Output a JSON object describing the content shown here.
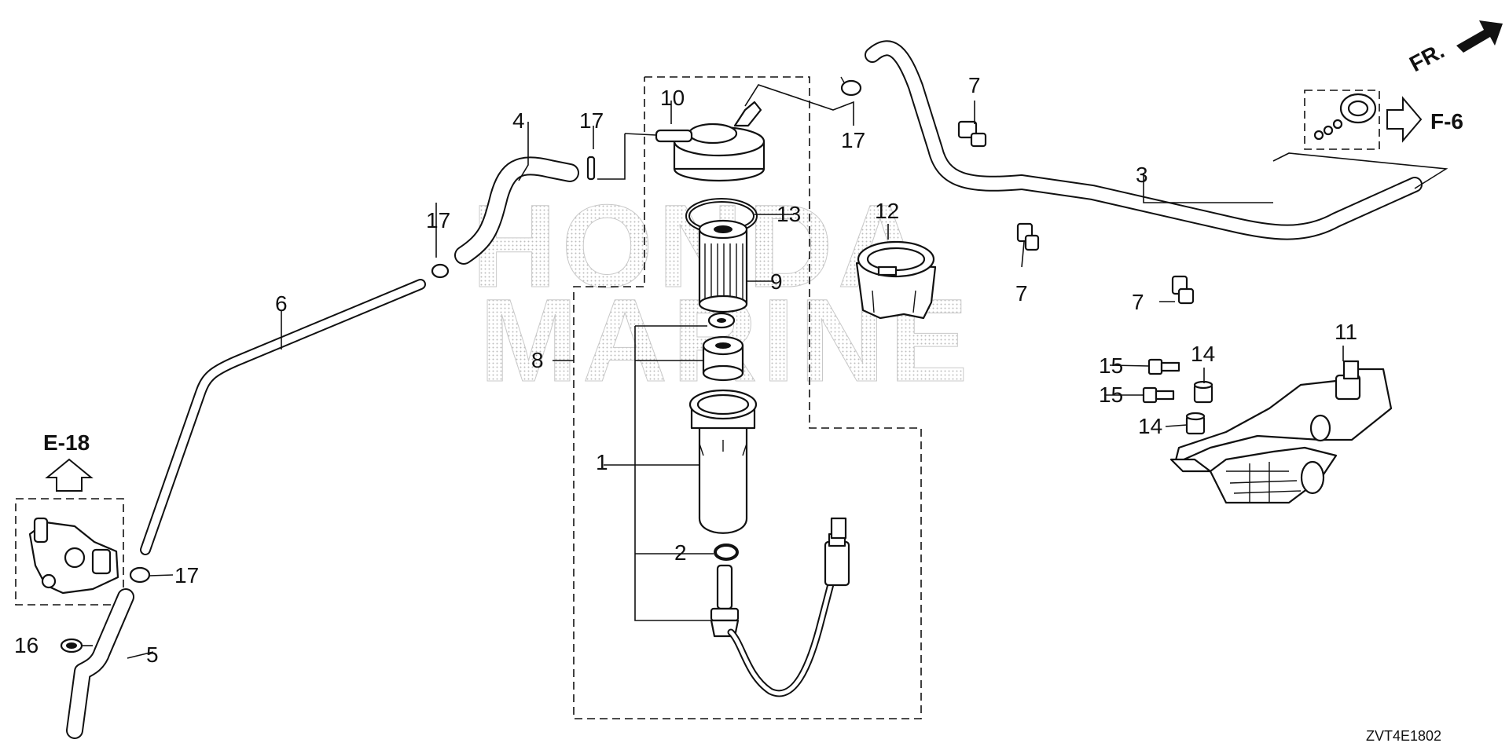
{
  "watermark": {
    "line1": "HONDA",
    "line2": "MARINE"
  },
  "diagram_code": "ZVT4E1802",
  "orientation": {
    "label": "FR."
  },
  "references": [
    {
      "id": "ref-e18",
      "label": "E-18"
    },
    {
      "id": "ref-f6",
      "label": "F-6"
    }
  ],
  "callouts": {
    "c1": "1",
    "c2": "2",
    "c3": "3",
    "c4": "4",
    "c5": "5",
    "c6": "6",
    "c7a": "7",
    "c7b": "7",
    "c7c": "7",
    "c8": "8",
    "c9": "9",
    "c10": "10",
    "c11": "11",
    "c12": "12",
    "c13": "13",
    "c14a": "14",
    "c14b": "14",
    "c15a": "15",
    "c15b": "15",
    "c16": "16",
    "c17a": "17",
    "c17b": "17",
    "c17c": "17",
    "c17d": "17"
  }
}
